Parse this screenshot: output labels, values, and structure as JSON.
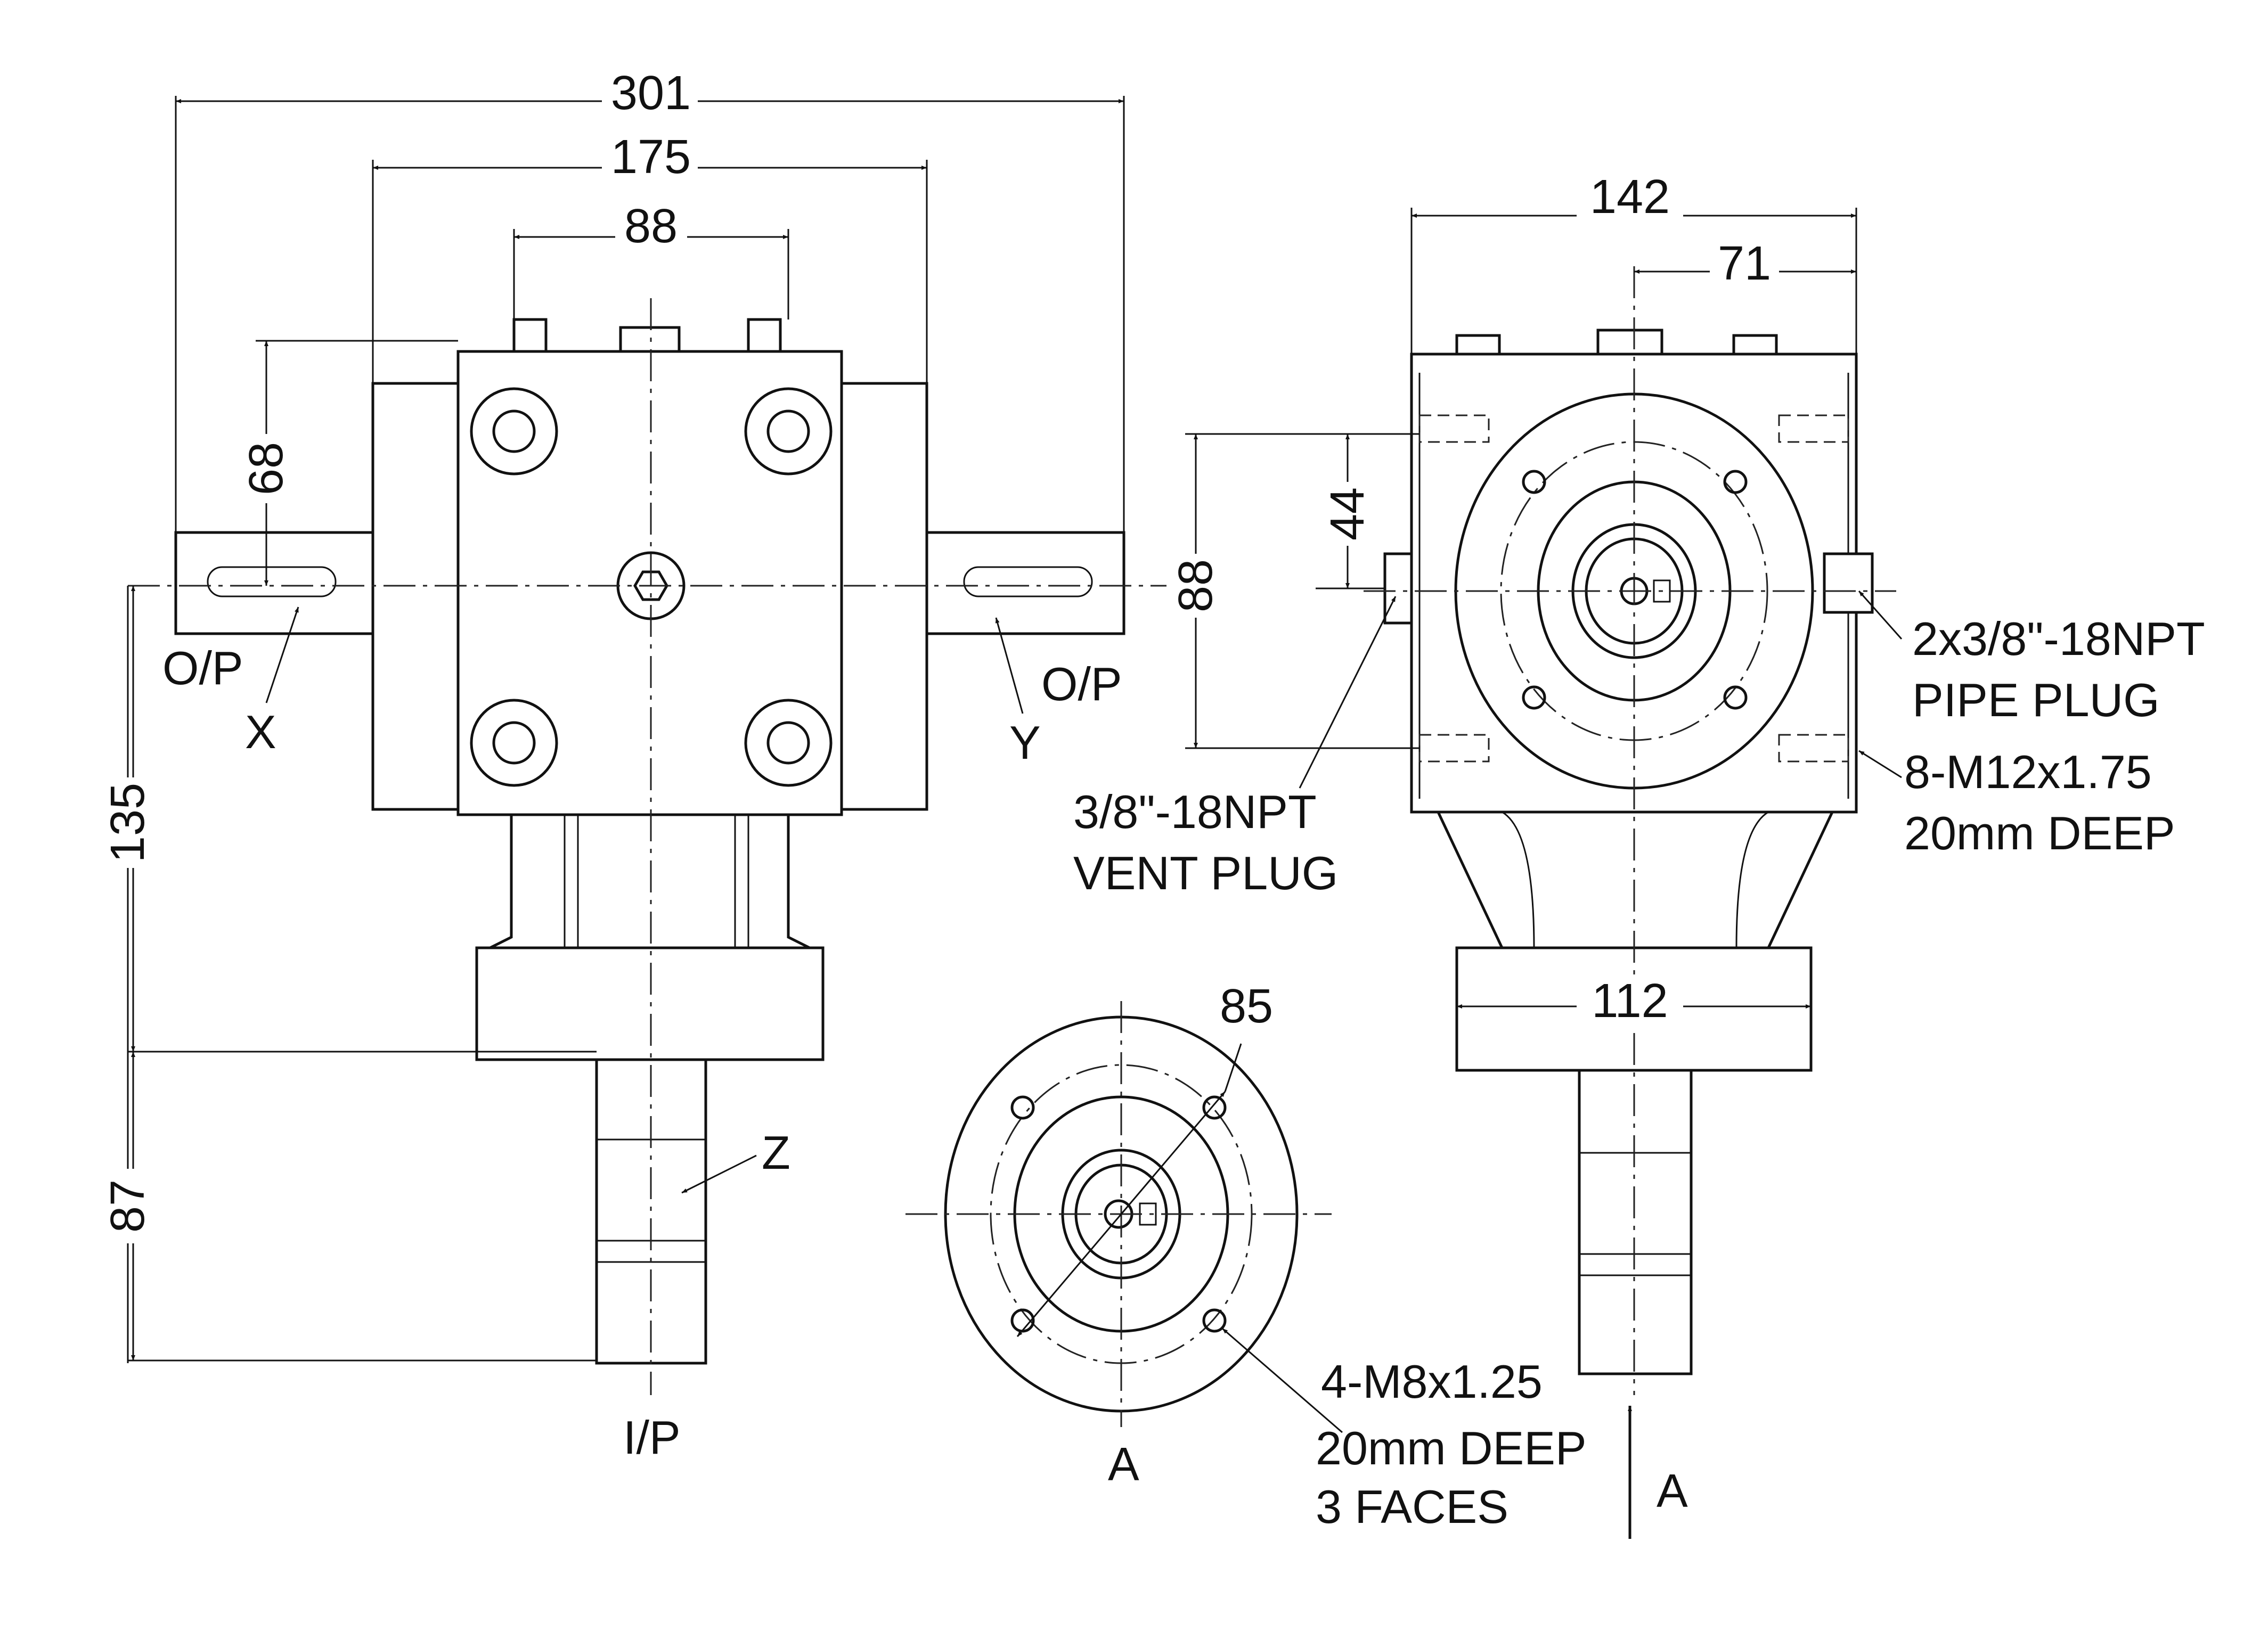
{
  "colors": {
    "line": "#111111",
    "background": "#ffffff"
  },
  "front_view": {
    "dim_overall_width": "301",
    "dim_body_width": "175",
    "dim_bolt_spacing": "88",
    "dim_shaft_height": "68",
    "dim_lower_height": "135",
    "dim_input_shaft": "87",
    "label_op_left": "O/P",
    "label_x": "X",
    "label_op_right": "O/P",
    "label_y": "Y",
    "label_z": "Z",
    "label_ip": "I/P"
  },
  "side_view": {
    "dim_width": "142",
    "dim_half_width": "71",
    "dim_vent_height": "44",
    "dim_bolt_height": "88",
    "dim_flange_width": "112",
    "vent_plug_line1": "3/8\"-18NPT",
    "vent_plug_line2": "VENT PLUG",
    "pipe_plug_line1": "2x3/8\"-18NPT",
    "pipe_plug_line2": "PIPE PLUG",
    "bolts_line1": "8-M12x1.75",
    "bolts_line2": "20mm DEEP",
    "view_arrow_label": "A"
  },
  "view_a": {
    "dim_pcd": "85",
    "holes_line1": "4-M8x1.25",
    "holes_line2": "20mm DEEP",
    "holes_line3": "3 FACES",
    "view_label": "A"
  }
}
